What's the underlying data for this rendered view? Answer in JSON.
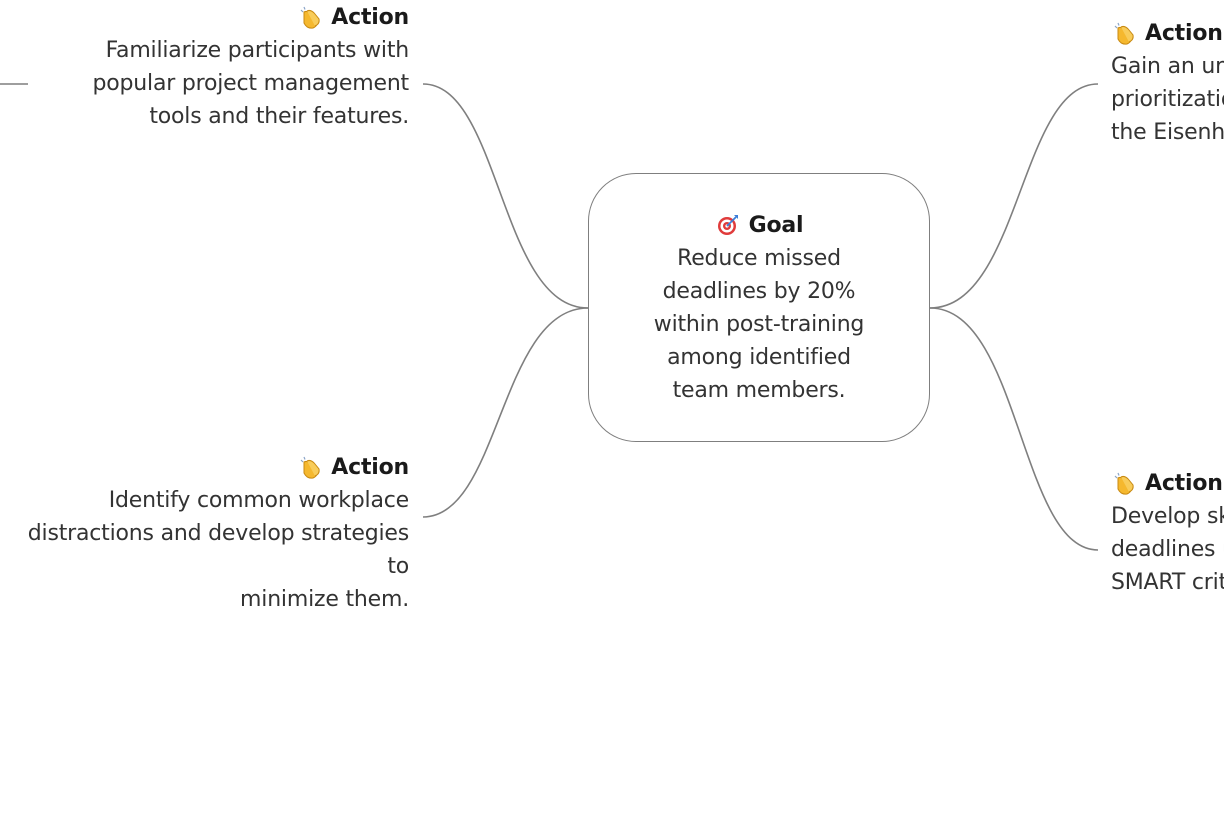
{
  "goal": {
    "icon": "target-icon",
    "title": "Goal",
    "lines": [
      "Reduce missed",
      "deadlines by 20%",
      "within post-training",
      "among identified",
      "team members."
    ]
  },
  "actions": [
    {
      "icon": "clapping-hands-icon",
      "title": "Action",
      "lines": [
        "Familiarize participants with",
        "popular project management",
        "tools and their features."
      ]
    },
    {
      "icon": "clapping-hands-icon",
      "title": "Action",
      "lines": [
        "Identify common workplace",
        "distractions and develop strategies to",
        "minimize them."
      ]
    },
    {
      "icon": "clapping-hands-icon",
      "title": "Action",
      "lines": [
        "Gain an un",
        "prioritizatio",
        "the Eisenh"
      ]
    },
    {
      "icon": "clapping-hands-icon",
      "title": "Action",
      "lines": [
        "Develop sk",
        "deadlines u",
        "SMART crit"
      ]
    }
  ],
  "colors": {
    "connector": "#7f7f7f",
    "text": "#333333",
    "title": "#1a1a1a",
    "clap_yellow": "#f5b82e",
    "target_red": "#e03b3b"
  }
}
